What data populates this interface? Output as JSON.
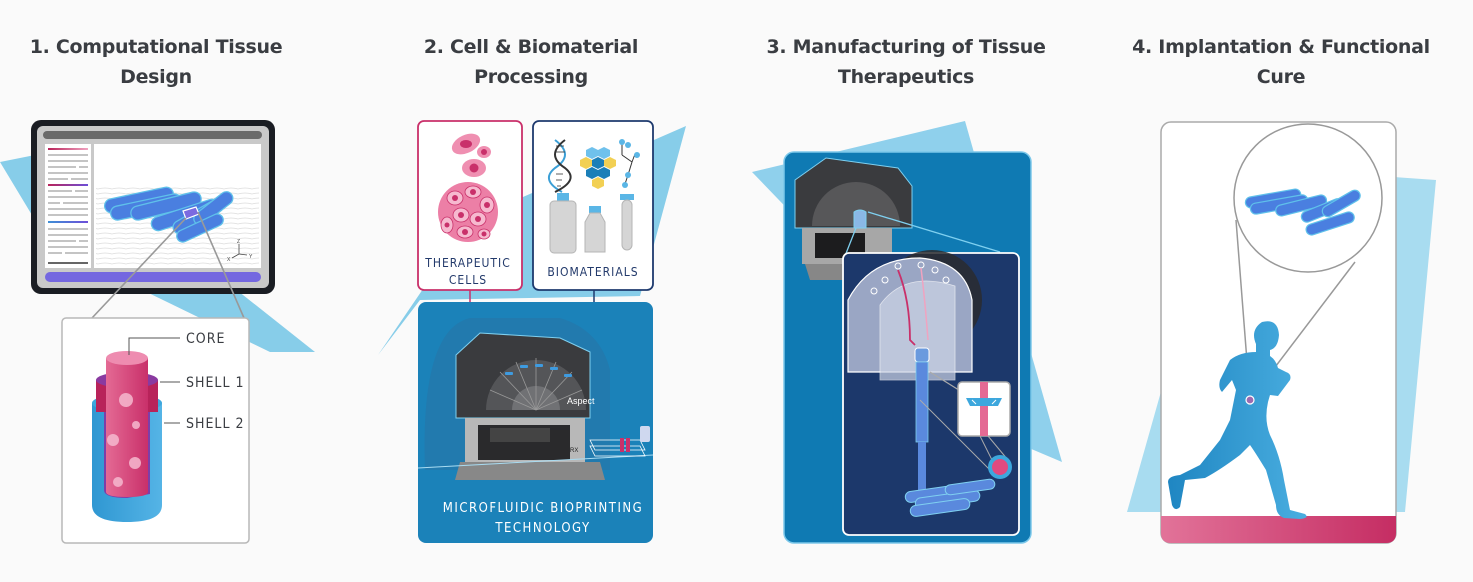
{
  "steps": [
    {
      "title_line1": "1. Computational Tissue",
      "title_line2": "Design",
      "labels": {
        "core": "CORE",
        "shell1": "SHELL 1",
        "shell2": "SHELL 2"
      },
      "axes": {
        "x": "X",
        "y": "Y",
        "z": "Z"
      }
    },
    {
      "title_line1": "2. Cell & Biomaterial",
      "title_line2": "Processing",
      "cells_label_line1": "THERAPEUTIC",
      "cells_label_line2": "CELLS",
      "biomaterials_label": "BIOMATERIALS",
      "printer_brand": "Aspect",
      "printer_model": "RX",
      "technology_line1": "MICROFLUIDIC BIOPRINTING",
      "technology_line2": "TECHNOLOGY"
    },
    {
      "title_line1": "3. Manufacturing of Tissue",
      "title_line2": "Therapeutics"
    },
    {
      "title_line1": "4. Implantation & Functional",
      "title_line2": "Cure"
    }
  ],
  "colors": {
    "accent_blue": "#1b7fb8",
    "light_blue": "#8fd0ec",
    "navy": "#1e3a6e",
    "magenta": "#c9306a",
    "tissue_blue": "#4a8ee0",
    "title_gray": "#3a3d42"
  }
}
